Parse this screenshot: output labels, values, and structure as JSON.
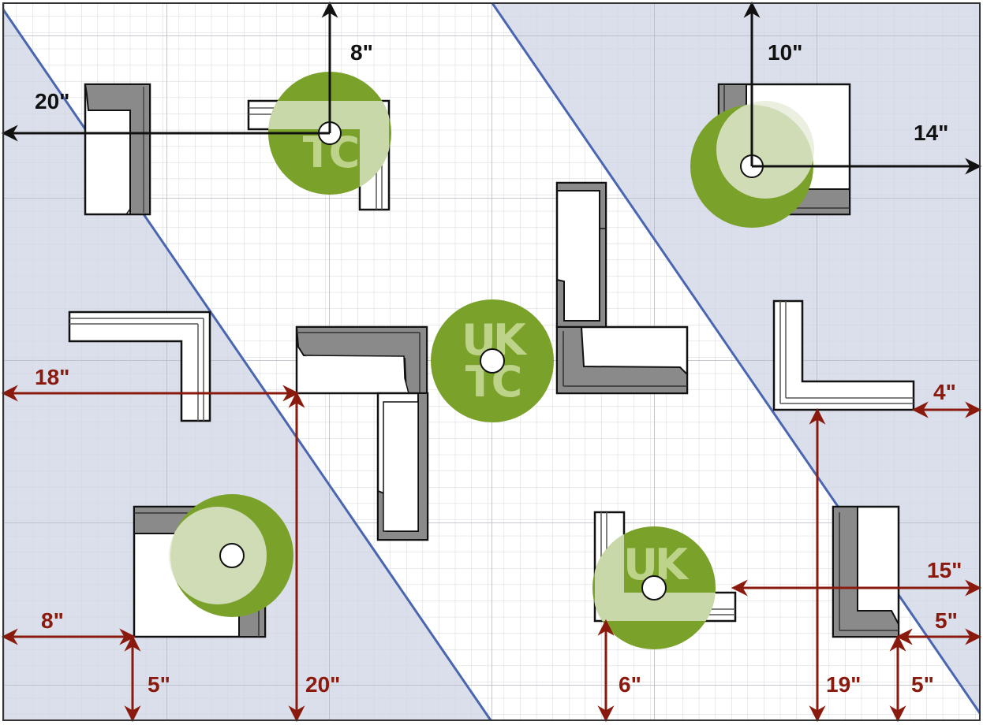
{
  "colors": {
    "black_dimension": "#111111",
    "red_dimension": "#8b1a0e",
    "zone_fill": "#d6dcea",
    "zone_line": "#4a66b0",
    "grid_line": "#c8cbd2",
    "grid_line_major": "#b2b6be",
    "piece_dark": "#8a8a8a",
    "logo_green": "#7aa22a"
  },
  "logo": {
    "line1": "UK",
    "line2": "TC"
  },
  "dimensions": {
    "top_center_vertical": "8\"",
    "top_left_horizontal": "20\"",
    "top_right_vertical": "10\"",
    "top_right_horizontal": "14\"",
    "left_mid_horizontal": "18\"",
    "bottom_left_horizontal": "8\"",
    "bottom_left_vertical": "5\"",
    "bottom_mid_vertical": "20\"",
    "right_mid_horizontal": "4\"",
    "bottom_right_horizontal": "15\"",
    "bottom_right_small_horizontal": "5\"",
    "bottom_center_vertical": "6\"",
    "bottom_right_vertical": "19\"",
    "bottom_right_small_vertical": "5\""
  }
}
